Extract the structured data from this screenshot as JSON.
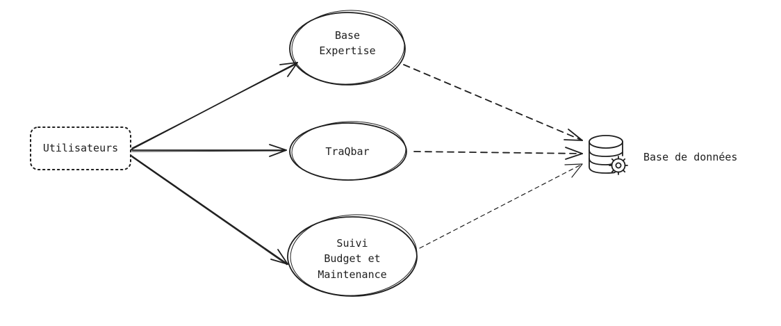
{
  "actor": {
    "label": "Utilisateurs"
  },
  "use_cases": {
    "base_expertise": {
      "line1": "Base",
      "line2": "Expertise"
    },
    "traqbar": {
      "label": "TraQbar"
    },
    "suivi": {
      "line1": "Suivi",
      "line2": "Budget et",
      "line3": "Maintenance"
    }
  },
  "database": {
    "label": "Base de données",
    "icon": "database-gear-icon"
  },
  "colors": {
    "stroke": "#1e1e1e",
    "background": "#ffffff"
  }
}
